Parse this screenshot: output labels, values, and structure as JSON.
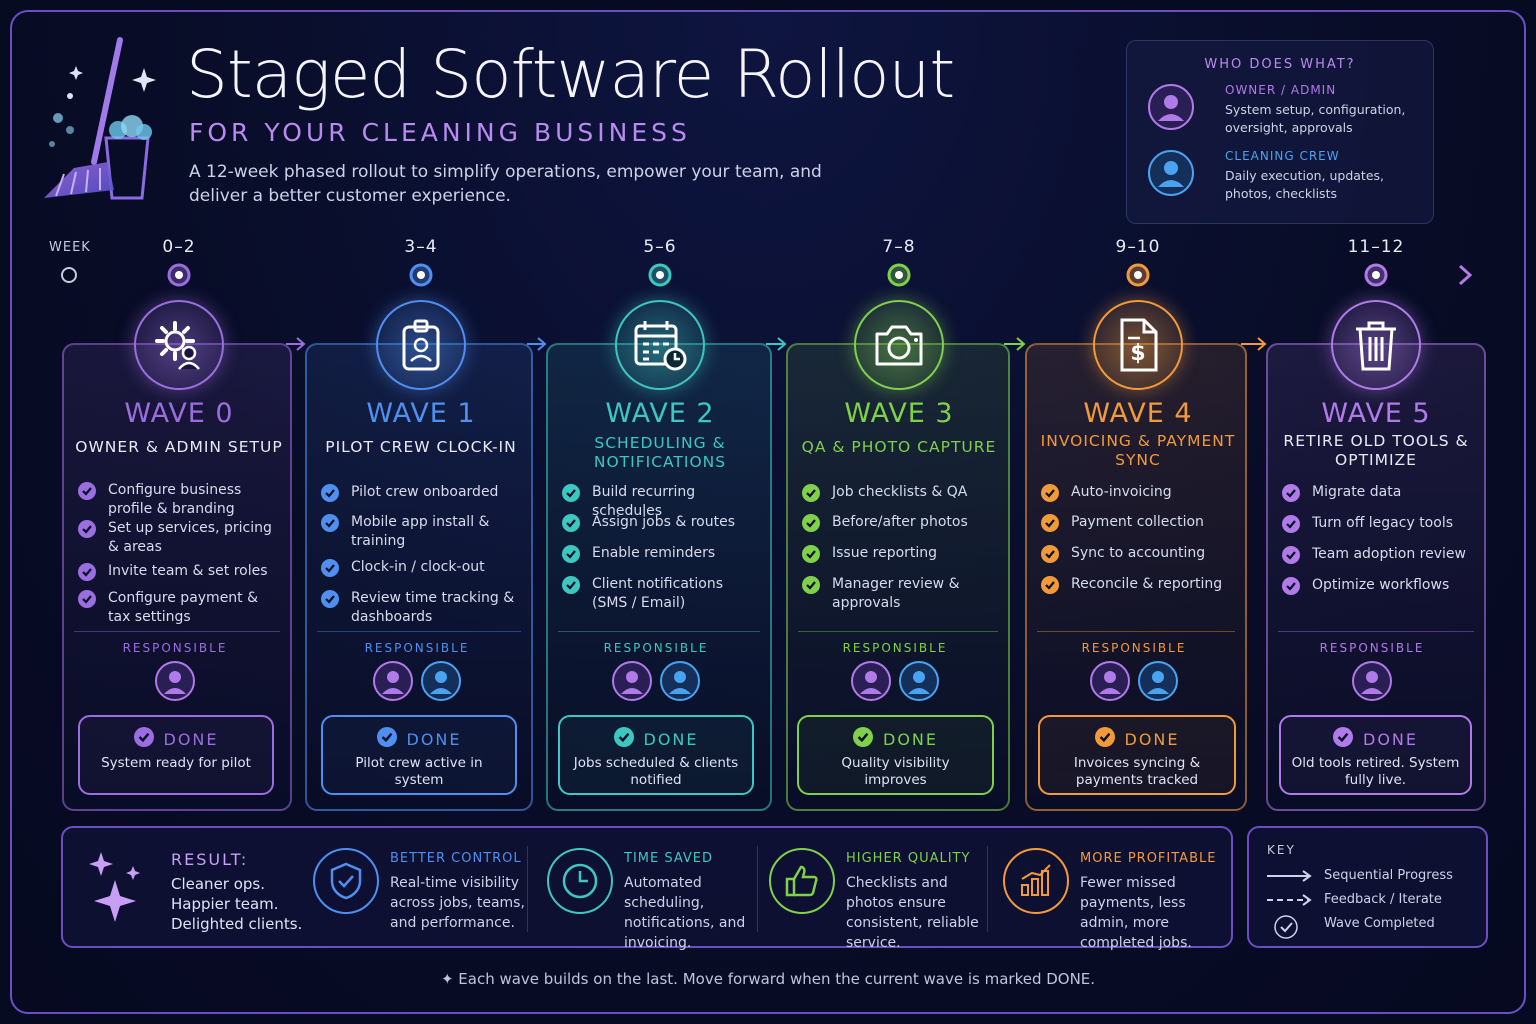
{
  "header": {
    "title": "Staged Software Rollout",
    "subtitle": "FOR YOUR CLEANING BUSINESS",
    "description": "A 12-week phased rollout to simplify operations, empower your team, and deliver a better customer experience.",
    "logo_icon": "broom-and-bucket-icon"
  },
  "who_does_what": {
    "title": "WHO DOES WHAT?",
    "roles": [
      {
        "label": "OWNER / ADMIN",
        "text": "System setup, configuration, oversight, approvals",
        "color": "#b07ae8"
      },
      {
        "label": "CLEANING CREW",
        "text": "Daily execution, updates, photos, checklists",
        "color": "#4aa3f0"
      }
    ]
  },
  "timeline": {
    "label": "WEEK",
    "weeks": [
      "0–2",
      "3–4",
      "5–6",
      "7–8",
      "9–10",
      "11–12"
    ]
  },
  "waves": [
    {
      "name": "WAVE 0",
      "subtitle": "OWNER & ADMIN SETUP",
      "color": "#9b6ee0",
      "icon": "gear-user-icon",
      "tasks": [
        "Configure business profile & branding",
        "Set up services, pricing & areas",
        "Invite team & set roles",
        "Configure payment & tax settings"
      ],
      "responsible_label": "RESPONSIBLE",
      "responsible": [
        "owner"
      ],
      "done_label": "DONE",
      "done_text": "System ready for pilot"
    },
    {
      "name": "WAVE 1",
      "subtitle": "PILOT CREW CLOCK-IN",
      "color": "#4f8ff0",
      "icon": "badge-icon",
      "tasks": [
        "Pilot crew onboarded",
        "Mobile app install & training",
        "Clock-in / clock-out",
        "Review time tracking & dashboards"
      ],
      "responsible_label": "RESPONSIBLE",
      "responsible": [
        "owner",
        "crew"
      ],
      "done_label": "DONE",
      "done_text": "Pilot crew active in system"
    },
    {
      "name": "WAVE 2",
      "subtitle": "SCHEDULING & NOTIFICATIONS",
      "color": "#3cc7c0",
      "icon": "calendar-clock-icon",
      "tasks": [
        "Build recurring schedules",
        "Assign jobs & routes",
        "Enable reminders",
        "Client notifications (SMS / Email)"
      ],
      "responsible_label": "RESPONSIBLE",
      "responsible": [
        "owner",
        "crew"
      ],
      "done_label": "DONE",
      "done_text": "Jobs scheduled & clients notified"
    },
    {
      "name": "WAVE 3",
      "subtitle": "QA & PHOTO CAPTURE",
      "color": "#7fd04a",
      "icon": "camera-icon",
      "tasks": [
        "Job checklists & QA",
        "Before/after photos",
        "Issue reporting",
        "Manager review & approvals"
      ],
      "responsible_label": "RESPONSIBLE",
      "responsible": [
        "owner",
        "crew"
      ],
      "done_label": "DONE",
      "done_text": "Quality visibility improves"
    },
    {
      "name": "WAVE 4",
      "subtitle": "INVOICING & PAYMENT SYNC",
      "color": "#f29a3a",
      "icon": "invoice-dollar-icon",
      "tasks": [
        "Auto-invoicing",
        "Payment collection",
        "Sync to accounting",
        "Reconcile & reporting"
      ],
      "responsible_label": "RESPONSIBLE",
      "responsible": [
        "owner",
        "crew"
      ],
      "done_label": "DONE",
      "done_text": "Invoices syncing & payments tracked"
    },
    {
      "name": "WAVE 5",
      "subtitle": "RETIRE OLD TOOLS & OPTIMIZE",
      "color": "#b07ae8",
      "icon": "trash-icon",
      "tasks": [
        "Migrate data",
        "Turn off legacy tools",
        "Team adoption review",
        "Optimize workflows"
      ],
      "responsible_label": "RESPONSIBLE",
      "responsible": [
        "owner"
      ],
      "done_label": "DONE",
      "done_text": "Old tools retired. System fully live."
    }
  ],
  "result": {
    "label": "RESULT:",
    "text": "Cleaner ops.\nHappier team.\nDelighted clients.",
    "benefits": [
      {
        "label": "BETTER CONTROL",
        "text": "Real-time visibility across jobs, teams, and performance.",
        "color": "#4f8ff0",
        "icon": "shield-check-icon"
      },
      {
        "label": "TIME SAVED",
        "text": "Automated scheduling, notifications, and invoicing.",
        "color": "#3cc7c0",
        "icon": "clock-icon"
      },
      {
        "label": "HIGHER QUALITY",
        "text": "Checklists and photos ensure consistent, reliable service.",
        "color": "#7fd04a",
        "icon": "thumbs-up-icon"
      },
      {
        "label": "MORE PROFITABLE",
        "text": "Fewer missed payments, less admin, more completed jobs.",
        "color": "#f29a3a",
        "icon": "bar-chart-icon"
      }
    ]
  },
  "key": {
    "title": "KEY",
    "items": [
      "Sequential Progress",
      "Feedback / Iterate",
      "Wave Completed"
    ]
  },
  "footer": "✦  Each wave builds on the last. Move forward when the current wave is marked DONE."
}
